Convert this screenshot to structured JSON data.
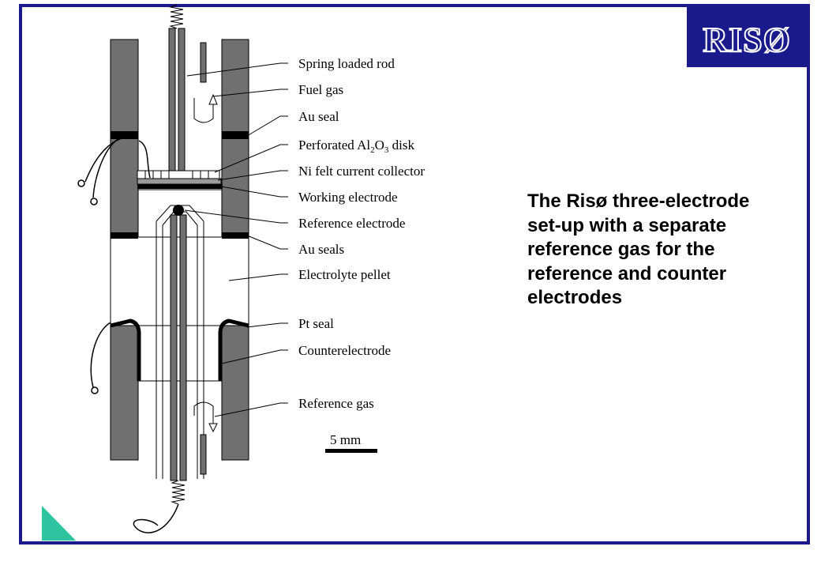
{
  "logo": {
    "text": "RISØ"
  },
  "caption": {
    "text": "The Risø three-electrode set-up with a separate reference gas for the reference and counter electrodes"
  },
  "labels": {
    "spring_loaded_rod": "Spring loaded rod",
    "fuel_gas": "Fuel gas",
    "au_seal": "Au seal",
    "perforated_disk_prefix": "Perforated Al",
    "perforated_disk_sub1": "2",
    "perforated_disk_mid": "O",
    "perforated_disk_sub2": "3",
    "perforated_disk_suffix": " disk",
    "ni_felt": "Ni felt current collector",
    "working_electrode": "Working electrode",
    "reference_electrode": "Reference electrode",
    "au_seals": "Au seals",
    "electrolyte_pellet": "Electrolyte pellet",
    "pt_seal": "Pt seal",
    "counterelectrode": "Counterelectrode",
    "reference_gas": "Reference gas",
    "scale_bar": "5 mm"
  },
  "colors": {
    "frame": "#1a1a8c",
    "tube": "#707070",
    "seal": "#000000",
    "accent_triangle": "#2ec4a0"
  }
}
